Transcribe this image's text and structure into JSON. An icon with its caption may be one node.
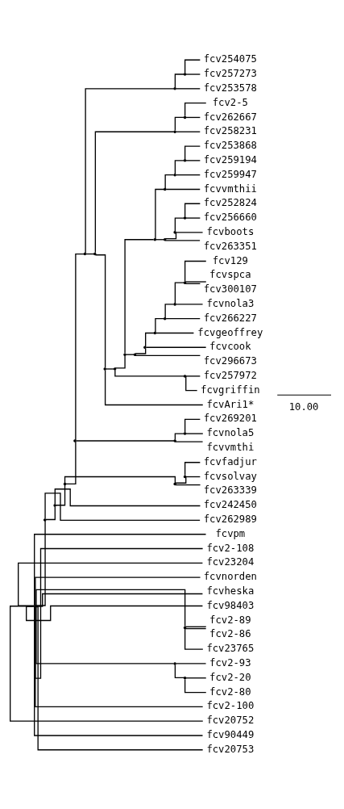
{
  "diagram": {
    "nodes": [
      {
        "text": [
          "fcv254075"
        ]
      },
      {
        "text": [
          "fcv257273"
        ]
      },
      {
        "text": [
          "fcv253578"
        ]
      },
      {
        "text": [
          "fcv2-5"
        ]
      },
      {
        "text": [
          "fcv262667"
        ]
      },
      {
        "text": [
          "fcv258231"
        ]
      },
      {
        "text": [
          "fcv253868"
        ]
      },
      {
        "text": [
          "fcv259194"
        ]
      },
      {
        "text": [
          "fcv259947"
        ]
      },
      {
        "text": [
          "fcvvmthii"
        ]
      },
      {
        "text": [
          "fcv252824"
        ]
      },
      {
        "text": [
          "fcv256660"
        ]
      },
      {
        "text": [
          "fcvboots"
        ]
      },
      {
        "text": [
          "fcv263351"
        ]
      },
      {
        "text": [
          "fcv129"
        ]
      },
      {
        "text": [
          "fcvspca"
        ]
      },
      {
        "text": [
          "fcv300107"
        ]
      },
      {
        "text": [
          "fcvnola3"
        ]
      },
      {
        "text": [
          "fcv266227"
        ]
      },
      {
        "text": [
          "fcvgeoffrey"
        ]
      },
      {
        "text": [
          "fcvcook"
        ]
      },
      {
        "text": [
          "fcv296673"
        ]
      },
      {
        "text": [
          "fcv257972"
        ]
      },
      {
        "text": [
          "fcvgriffin"
        ]
      },
      {
        "text": [
          "fcvAri1*"
        ]
      },
      {
        "text": [
          "fcv269201"
        ]
      },
      {
        "text": [
          "fcvnola5"
        ]
      },
      {
        "text": [
          "fcvvmthi"
        ]
      },
      {
        "text": [
          "fcvfadjur"
        ]
      },
      {
        "text": [
          "fcvsolvay"
        ]
      },
      {
        "text": [
          "fcv263339"
        ]
      },
      {
        "text": [
          "fcv242450"
        ]
      },
      {
        "text": [
          "fcv262989"
        ]
      },
      {
        "text": [
          "fcvpm"
        ]
      },
      {
        "text": [
          "fcv2-108"
        ]
      },
      {
        "text": [
          "fcv23204"
        ]
      },
      {
        "text": [
          "fcvnorden"
        ]
      },
      {
        "text": [
          "fcvheska"
        ]
      },
      {
        "text": [
          "fcv98403"
        ]
      },
      {
        "text": [
          "fcv2-89"
        ]
      },
      {
        "text": [
          "fcv2-86"
        ]
      },
      {
        "text": [
          "fcv23765"
        ]
      },
      {
        "text": [
          "fcv2-93"
        ]
      },
      {
        "text": [
          "fcv2-20"
        ]
      },
      {
        "text": [
          "fcv2-80"
        ]
      },
      {
        "text": [
          "fcv2-100"
        ]
      },
      {
        "text": [
          "fcv20752"
        ]
      },
      {
        "text": [
          "fcv90449"
        ]
      },
      {
        "text": [
          "fcv20753"
        ]
      },
      {
        "text": [],
        "shape": "point"
      },
      {
        "text": [],
        "shape": "point"
      },
      {
        "text": [],
        "shape": "point"
      },
      {
        "text": [],
        "shape": "point"
      },
      {
        "text": [],
        "shape": "point"
      },
      {
        "text": [],
        "shape": "point"
      },
      {
        "text": [],
        "shape": "point"
      },
      {
        "text": [],
        "shape": "point"
      },
      {
        "text": [],
        "shape": "point"
      },
      {
        "text": [],
        "shape": "point"
      },
      {
        "text": [],
        "shape": "point"
      },
      {
        "text": [],
        "shape": "point"
      },
      {
        "text": [],
        "shape": "point"
      },
      {
        "text": [],
        "shape": "point"
      },
      {
        "text": [],
        "shape": "point"
      },
      {
        "text": [],
        "shape": "point"
      },
      {
        "text": [],
        "shape": "point"
      },
      {
        "text": [],
        "shape": "point"
      },
      {
        "text": [],
        "shape": "point"
      },
      {
        "text": [],
        "shape": "point"
      },
      {
        "text": [],
        "shape": "point"
      },
      {
        "text": [],
        "shape": "point"
      },
      {
        "text": [],
        "shape": "point"
      },
      {
        "text": [],
        "shape": "point"
      },
      {
        "text": [],
        "shape": "point"
      },
      {
        "text": [],
        "shape": "point"
      },
      {
        "text": [],
        "shape": "point"
      },
      {
        "text": [],
        "shape": "point"
      },
      {
        "text": [],
        "shape": "point"
      },
      {
        "text": [],
        "shape": "point"
      },
      {
        "text": [],
        "shape": "point"
      },
      {
        "text": [],
        "shape": "point"
      },
      {
        "text": [],
        "shape": "point"
      },
      {
        "text": [],
        "shape": "point"
      },
      {
        "text": [],
        "shape": "point"
      }
    ],
    "edges": [
      {
        "from": 49,
        "to": 50,
        "arrow": "none"
      },
      {
        "from": 50,
        "to": 51,
        "arrow": "none"
      },
      {
        "from": 51,
        "to": 52,
        "arrow": "none"
      },
      {
        "from": 52,
        "to": 53,
        "arrow": "none"
      },
      {
        "from": 53,
        "to": 54,
        "arrow": "none"
      },
      {
        "from": 54,
        "to": 55,
        "arrow": "none"
      },
      {
        "from": 55,
        "to": 56,
        "arrow": "none"
      },
      {
        "from": 56,
        "to": 0,
        "arrow": "none"
      },
      {
        "from": 56,
        "to": 1,
        "arrow": "none"
      },
      {
        "from": 55,
        "to": 2,
        "arrow": "none"
      },
      {
        "from": 54,
        "to": 57,
        "arrow": "none"
      },
      {
        "from": 57,
        "to": 58,
        "arrow": "none"
      },
      {
        "from": 58,
        "to": 59,
        "arrow": "none"
      },
      {
        "from": 59,
        "to": 3,
        "arrow": "none"
      },
      {
        "from": 59,
        "to": 4,
        "arrow": "none"
      },
      {
        "from": 58,
        "to": 5,
        "arrow": "none"
      },
      {
        "from": 57,
        "to": 60,
        "arrow": "none"
      },
      {
        "from": 60,
        "to": 61,
        "arrow": "none"
      },
      {
        "from": 61,
        "to": 62,
        "arrow": "none"
      },
      {
        "from": 62,
        "to": 63,
        "arrow": "none"
      },
      {
        "from": 63,
        "to": 64,
        "arrow": "none"
      },
      {
        "from": 64,
        "to": 65,
        "arrow": "none"
      },
      {
        "from": 65,
        "to": 66,
        "arrow": "none"
      },
      {
        "from": 66,
        "to": 6,
        "arrow": "none"
      },
      {
        "from": 66,
        "to": 7,
        "arrow": "none"
      },
      {
        "from": 65,
        "to": 8,
        "arrow": "none"
      },
      {
        "from": 64,
        "to": 9,
        "arrow": "none"
      },
      {
        "from": 63,
        "to": 67,
        "arrow": "none"
      },
      {
        "from": 67,
        "to": 68,
        "arrow": "none"
      },
      {
        "from": 68,
        "to": 69,
        "arrow": "none"
      },
      {
        "from": 69,
        "to": 10,
        "arrow": "none"
      },
      {
        "from": 69,
        "to": 11,
        "arrow": "none"
      },
      {
        "from": 68,
        "to": 12,
        "arrow": "none"
      },
      {
        "from": 67,
        "to": 13,
        "arrow": "none"
      },
      {
        "from": 62,
        "to": 70,
        "arrow": "none"
      },
      {
        "from": 70,
        "to": 71,
        "arrow": "none"
      },
      {
        "from": 71,
        "to": 72,
        "arrow": "none"
      },
      {
        "from": 72,
        "to": 73,
        "arrow": "none"
      },
      {
        "from": 73,
        "to": 74,
        "arrow": "none"
      },
      {
        "from": 74,
        "to": 75,
        "arrow": "none"
      },
      {
        "from": 75,
        "to": 14,
        "arrow": "none"
      },
      {
        "from": 75,
        "to": 15,
        "arrow": "none"
      },
      {
        "from": 75,
        "to": 16,
        "arrow": "none"
      },
      {
        "from": 74,
        "to": 17,
        "arrow": "none"
      },
      {
        "from": 73,
        "to": 18,
        "arrow": "none"
      },
      {
        "from": 72,
        "to": 19,
        "arrow": "none"
      },
      {
        "from": 71,
        "to": 20,
        "arrow": "none"
      },
      {
        "from": 70,
        "to": 21,
        "arrow": "none"
      },
      {
        "from": 61,
        "to": 76,
        "arrow": "none"
      },
      {
        "from": 76,
        "to": 22,
        "arrow": "none"
      },
      {
        "from": 76,
        "to": 23,
        "arrow": "none"
      },
      {
        "from": 60,
        "to": 24,
        "arrow": "none"
      },
      {
        "from": 53,
        "to": 77,
        "arrow": "none"
      },
      {
        "from": 77,
        "to": 78,
        "arrow": "none"
      },
      {
        "from": 78,
        "to": 25,
        "arrow": "none"
      },
      {
        "from": 78,
        "to": 26,
        "arrow": "none"
      },
      {
        "from": 77,
        "to": 27,
        "arrow": "none"
      },
      {
        "from": 52,
        "to": 79,
        "arrow": "none"
      },
      {
        "from": 79,
        "to": 80,
        "arrow": "none"
      },
      {
        "from": 80,
        "to": 28,
        "arrow": "none"
      },
      {
        "from": 80,
        "to": 29,
        "arrow": "none"
      },
      {
        "from": 79,
        "to": 30,
        "arrow": "none"
      },
      {
        "from": 51,
        "to": 31,
        "arrow": "none"
      },
      {
        "from": 50,
        "to": 32,
        "arrow": "none"
      },
      {
        "from": 49,
        "to": 33,
        "arrow": "none"
      },
      {
        "from": 49,
        "to": 34,
        "arrow": "none"
      },
      {
        "from": 49,
        "to": 35,
        "arrow": "none"
      },
      {
        "from": 49,
        "to": 36,
        "arrow": "none"
      },
      {
        "from": 49,
        "to": 37,
        "arrow": "none"
      },
      {
        "from": 49,
        "to": 38,
        "arrow": "none"
      },
      {
        "from": 49,
        "to": 81,
        "arrow": "none"
      },
      {
        "from": 81,
        "to": 39,
        "arrow": "none"
      },
      {
        "from": 81,
        "to": 40,
        "arrow": "none"
      },
      {
        "from": 81,
        "to": 41,
        "arrow": "none"
      },
      {
        "from": 49,
        "to": 82,
        "arrow": "none"
      },
      {
        "from": 82,
        "to": 42,
        "arrow": "none"
      },
      {
        "from": 82,
        "to": 83,
        "arrow": "none"
      },
      {
        "from": 83,
        "to": 43,
        "arrow": "none"
      },
      {
        "from": 83,
        "to": 44,
        "arrow": "none"
      },
      {
        "from": 49,
        "to": 45,
        "arrow": "none"
      },
      {
        "from": 49,
        "to": 46,
        "arrow": "none"
      },
      {
        "from": 49,
        "to": 47,
        "arrow": "none"
      },
      {
        "from": 49,
        "to": 48,
        "arrow": "none"
      }
    ],
    "labels": [
      "10.00"
    ]
  }
}
